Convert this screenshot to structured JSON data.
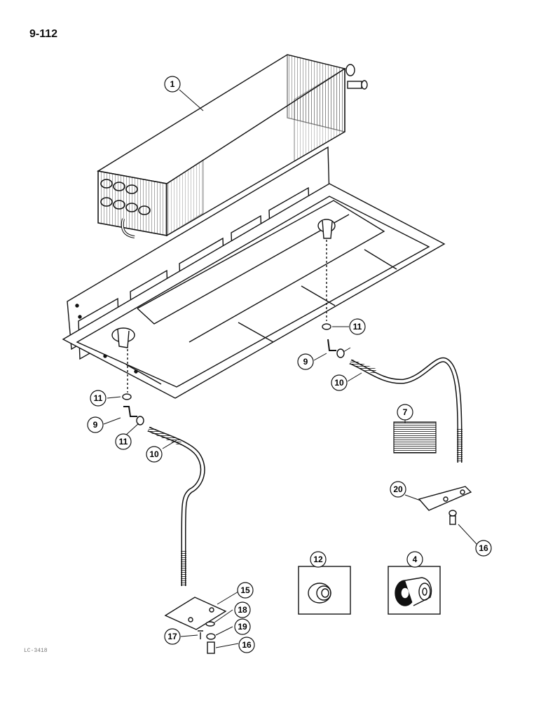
{
  "page_number": "9-112",
  "footer_code": "LC-3418",
  "callouts": {
    "c1": "1",
    "c4": "4",
    "c7": "7",
    "c9a": "9",
    "c9b": "9",
    "c10a": "10",
    "c10b": "10",
    "c11a": "11",
    "c11b": "11",
    "c11c": "11",
    "c12": "12",
    "c15": "15",
    "c16a": "16",
    "c16b": "16",
    "c17": "17",
    "c18": "18",
    "c19": "19",
    "c20": "20"
  }
}
